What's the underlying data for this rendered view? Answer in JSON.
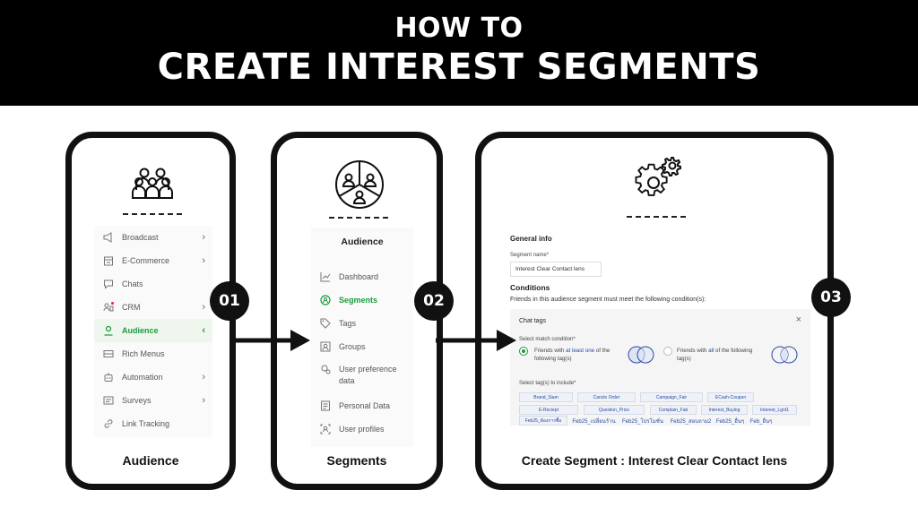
{
  "header": {
    "line1": "HOW TO",
    "line2": "CREATE INTEREST SEGMENTS"
  },
  "card1": {
    "caption": "Audience",
    "badge": "01",
    "icon": "people-group-icon",
    "menu": [
      {
        "label": "Broadcast",
        "icon": "megaphone-icon",
        "chevron": "›"
      },
      {
        "label": "E-Commerce",
        "icon": "store-icon",
        "chevron": "›"
      },
      {
        "label": "Chats",
        "icon": "chat-icon",
        "chevron": ""
      },
      {
        "label": "CRM",
        "icon": "crm-icon",
        "chevron": "›"
      },
      {
        "label": "Audience",
        "icon": "person-icon",
        "chevron": "‹",
        "active": true
      },
      {
        "label": "Rich Menus",
        "icon": "rich-menu-icon",
        "chevron": ""
      },
      {
        "label": "Automation",
        "icon": "robot-icon",
        "chevron": "›"
      },
      {
        "label": "Surveys",
        "icon": "survey-icon",
        "chevron": "›"
      },
      {
        "label": "Link Tracking",
        "icon": "link-icon",
        "chevron": ""
      }
    ]
  },
  "card2": {
    "caption": "Segments",
    "badge": "02",
    "icon": "segments-pie-icon",
    "menu_title": "Audience",
    "menu": [
      {
        "label": "Dashboard",
        "icon": "chart-line-icon"
      },
      {
        "label": "Segments",
        "icon": "segments-icon",
        "active": true
      },
      {
        "label": "Tags",
        "icon": "tag-icon"
      },
      {
        "label": "Groups",
        "icon": "groups-icon"
      },
      {
        "label": "User preference",
        "label2": "data",
        "icon": "preference-icon"
      },
      {
        "label": "Personal Data",
        "icon": "personal-data-icon"
      },
      {
        "label": "User profiles",
        "icon": "user-profile-icon"
      }
    ]
  },
  "card3": {
    "caption": "Create Segment : Interest Clear Contact lens",
    "badge": "03",
    "icon": "gears-icon",
    "general_info": "General info",
    "segment_name_label": "Segment name*",
    "segment_name_value": "Interest Clear Contact lens",
    "conditions_title": "Conditions",
    "conditions_desc": "Friends in this audience segment must meet the following condition(s):",
    "chat_tags_title": "Chat tags",
    "close": "×",
    "match_label": "Select match condition*",
    "opt1_pre": "Friends with ",
    "opt1_em": "at least one",
    "opt1_post": " of the",
    "opt1_line2": "following tag(s)",
    "opt2_pre": "Friends with ",
    "opt2_em": "all",
    "opt2_post": " of the following",
    "opt2_line2": "tag(s)",
    "include_label": "Select tag(s) to include*",
    "tags_row1": [
      "Brand_Siam",
      "Cancle Order",
      "Campaign_Fair",
      "ECash-Coupon"
    ],
    "tags_row2": [
      "E-Reciept",
      "Question_Price",
      "Complain_Fab",
      "Interest_Buying",
      "Interest_Lgnt1"
    ],
    "tags_row3": [
      "Feb25_ต้องการซื้อ",
      "Feb25_เปลี่ยนร้าน",
      "Feb25_โปรโมชั่น",
      "Feb25_สอบถาม2",
      "Feb25_อื่นๆ",
      "Feb_อื่นๆ"
    ]
  }
}
